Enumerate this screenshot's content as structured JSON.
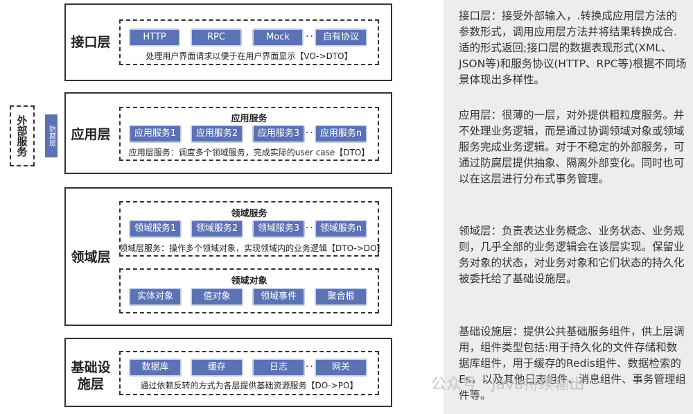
{
  "layers": {
    "interface": {
      "title": "接口层",
      "chips": [
        "HTTP",
        "RPC",
        "Mock",
        "自有协议"
      ],
      "ellipsis": "...",
      "caption": "处理用户界面请求以便于在用户界面显示【VO->DTO】"
    },
    "application": {
      "title": "应用层",
      "heading": "应用服务",
      "chips": [
        "应用服务1",
        "应用服务2",
        "应用服务3",
        "应用服务n"
      ],
      "ellipsis": "...",
      "caption": "应用层服务：调度多个领域服务，完成实际的user case【DTO】"
    },
    "domain": {
      "title": "领域层",
      "service_heading": "领域服务",
      "service_chips": [
        "领域服务1",
        "领域服务2",
        "领域服务3",
        "领域服务n"
      ],
      "ellipsis": "...",
      "service_caption": "领域层服务：操作多个领域对象，实现领域内的业务逻辑【DTO->DO】",
      "object_heading": "领域对象",
      "object_chips": [
        "实体对象",
        "值对象",
        "领域事件",
        "聚合根"
      ]
    },
    "infrastructure": {
      "title": "基础设施层",
      "chips": [
        "数据库",
        "缓存",
        "日志",
        "网关"
      ],
      "ellipsis": "...",
      "caption": "通过依赖反转的方式为各层提供基础资源服务【DO->PO】"
    }
  },
  "external": {
    "label": "外部服务",
    "acl": "防腐层"
  },
  "descriptions": [
    "接口层：接受外部输入，.转换成应用层方法的参数形式，调用应用层方法并将结果转换成合.适的形式返回;接口层的数据表现形式(XML、JSON等)和服务协议(HTTP、RPC等)根据不同场景体现出多样性。",
    "应用层：很薄的一层，对外提供粗粒度服务。并不处理业务逻辑，而是通过协调领域对象或领域服务完成业务逻辑。对于不稳定的外部服务，可通过防腐层提供抽象、隔离外部变化。同时也可以在这层进行分布式事务管理。",
    "领域层：负责表达业务概念、业务状态、业务规则，几乎全部的业务逻辑会在该层实现。保留业务对象的状态，对业务对象和它们状态的持久化被委托给了基础设施层。",
    "基础设施层：提供公共基础服务组件，供上层调用，组件类型包括:用于持久化的文件存储和数据库组件，用于缓存的Redis组件、数据检索的Es，以及其他日志组件、消息组件、事务管理组件等。"
  ],
  "watermark": "公众号 · Java持续输出"
}
